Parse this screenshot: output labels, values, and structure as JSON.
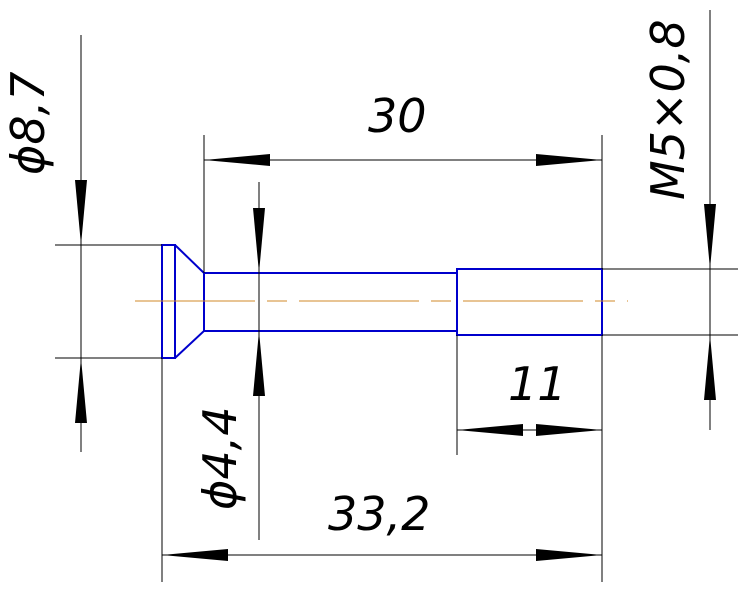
{
  "colors": {
    "outline": "#0000cc",
    "dimension": "#000000",
    "centerline": "#d08a2a",
    "background": "#ffffff"
  },
  "dimensions": {
    "head_diameter": "ϕ8,7",
    "shank_diameter": "ϕ4,4",
    "thread": "M5×0,8",
    "shank_length": "30",
    "thread_length": "11",
    "overall_length": "33,2"
  }
}
